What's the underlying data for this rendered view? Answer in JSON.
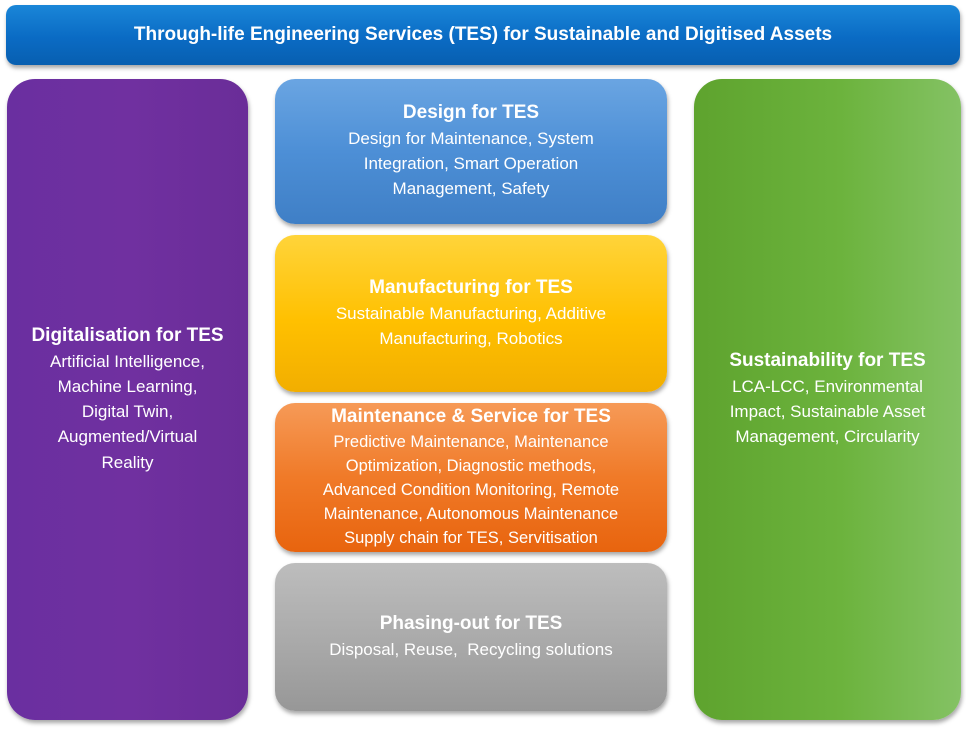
{
  "header": {
    "title": "Through-life Engineering Services (TES) for Sustainable and Digitised Assets",
    "color": "#0a6bc4"
  },
  "digitalisation": {
    "heading": "Digitalisation for TES",
    "lines": [
      "Artificial Intelligence,",
      "Machine Learning,",
      "Digital Twin,",
      "Augmented/Virtual",
      "Reality"
    ],
    "color": "#7030a0"
  },
  "design": {
    "heading": "Design for TES",
    "lines": [
      "Design for Maintenance, System",
      "Integration, Smart Operation",
      "Management, Safety"
    ],
    "color": "#4d8fd6"
  },
  "manufacturing": {
    "heading": "Manufacturing for TES",
    "lines": [
      "Sustainable Manufacturing, Additive",
      "Manufacturing, Robotics"
    ],
    "color": "#ffc000"
  },
  "maintenance": {
    "heading": "Maintenance & Service for TES",
    "lines": [
      "Predictive Maintenance, Maintenance",
      "Optimization, Diagnostic methods,",
      "Advanced Condition Monitoring, Remote",
      "Maintenance, Autonomous Maintenance",
      "Supply chain for TES, Servitisation"
    ],
    "color": "#f07a28"
  },
  "phasing": {
    "heading": "Phasing-out for TES",
    "lines": [
      "Disposal, Reuse,  Recycling solutions"
    ],
    "color": "#a9a9a9"
  },
  "sustainability": {
    "heading": "Sustainability for TES",
    "lines": [
      "LCA-LCC, Environmental",
      "Impact, Sustainable Asset",
      "Management, Circularity"
    ],
    "color": "#6cb33d"
  }
}
